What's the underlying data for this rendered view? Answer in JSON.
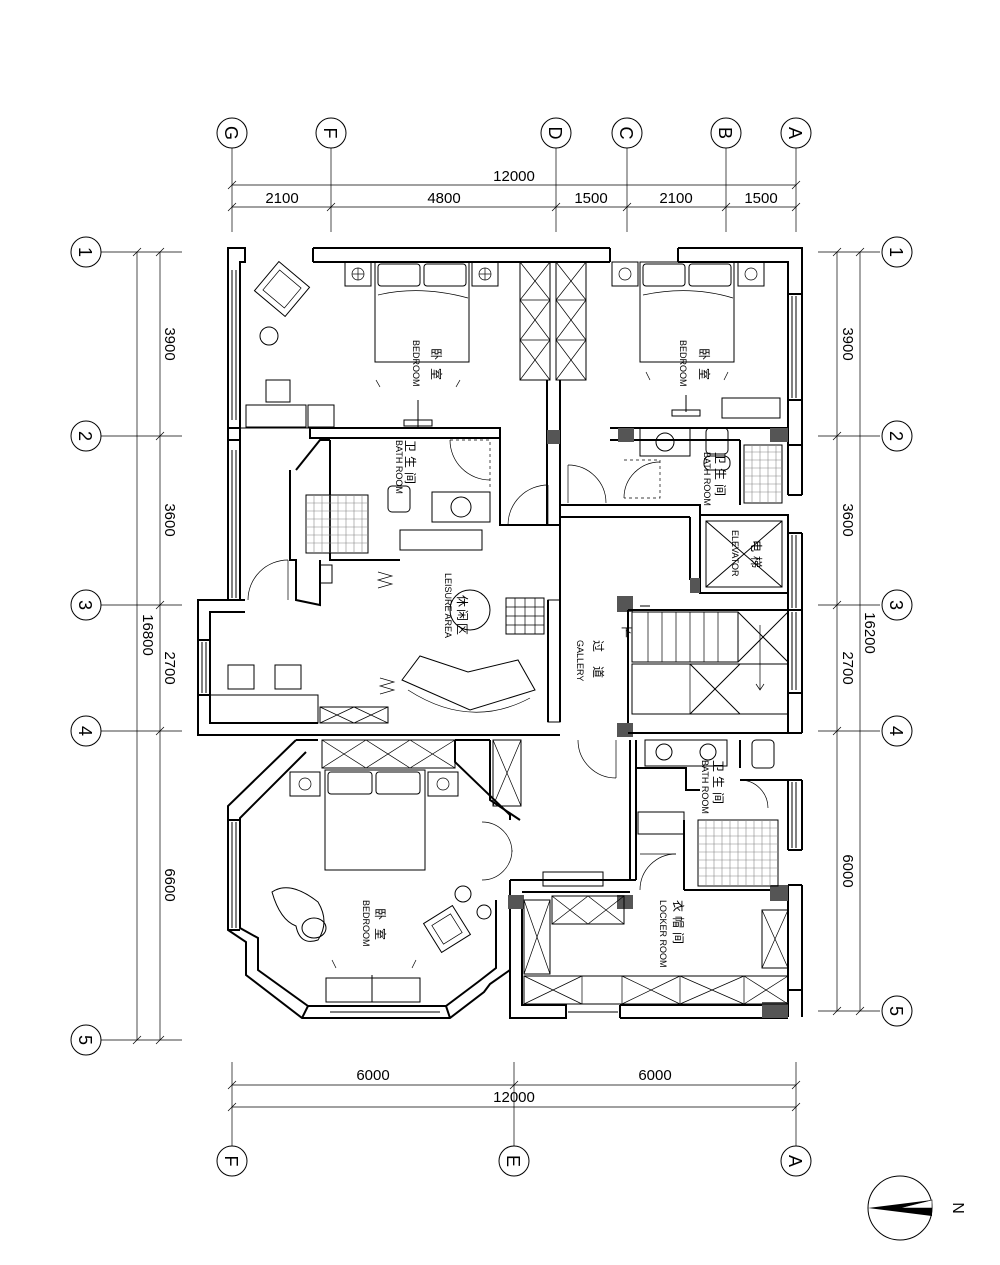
{
  "grid": {
    "top": [
      "G",
      "F",
      "D",
      "C",
      "B",
      "A"
    ],
    "bottom": [
      "F",
      "E",
      "A"
    ],
    "left": [
      "1",
      "2",
      "3",
      "4",
      "5"
    ],
    "right": [
      "1",
      "2",
      "3",
      "4",
      "5"
    ]
  },
  "dims": {
    "top_total": "12000",
    "top_segments": [
      "2100",
      "4800",
      "1500",
      "2100",
      "1500"
    ],
    "left_total": "16800",
    "left_segments": [
      "3900",
      "3600",
      "2700",
      "6600"
    ],
    "right_total": "16200",
    "right_segments": [
      "3900",
      "3600",
      "2700",
      "6000"
    ],
    "bottom_segments": [
      "6000",
      "6000"
    ],
    "bottom_total": "12000"
  },
  "rooms": {
    "bedroom_nw": {
      "cn": "卧室",
      "en": "BEDROOM"
    },
    "bedroom_ne": {
      "cn": "卧室",
      "en": "BEDROOM"
    },
    "bath_w": {
      "cn": "卫生间",
      "en": "BATH ROOM"
    },
    "bath_ne": {
      "cn": "卫生间",
      "en": "BATH ROOM"
    },
    "elevator": {
      "cn": "电梯",
      "en": "ELEVATOR"
    },
    "leisure": {
      "cn": "休闲区",
      "en": "LEISURE AREA"
    },
    "gallery": {
      "cn": "过道",
      "en": "GALLERY"
    },
    "stair_down": "下",
    "bath_se": {
      "cn": "卫生间",
      "en": "BATH ROOM"
    },
    "bedroom_s": {
      "cn": "卧室",
      "en": "BEDROOM"
    },
    "locker": {
      "cn": "衣帽间",
      "en": "LOCKER ROOM"
    }
  },
  "compass": {
    "label": "N"
  }
}
